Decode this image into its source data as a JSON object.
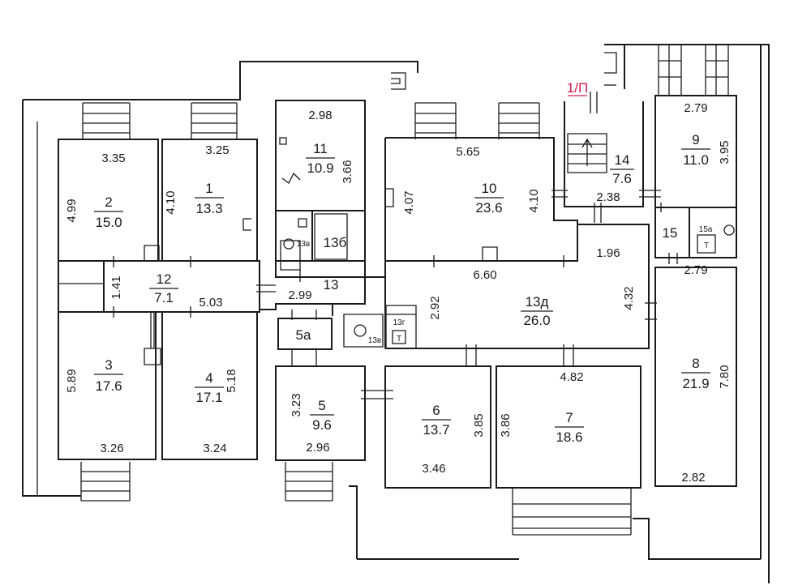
{
  "plan_label": "1/П",
  "rooms": [
    {
      "id": "1",
      "number": "1",
      "area": "13.3",
      "dims": [
        "3.25",
        "4.10"
      ]
    },
    {
      "id": "2",
      "number": "2",
      "area": "15.0",
      "dims": [
        "3.35",
        "4.99"
      ]
    },
    {
      "id": "3",
      "number": "3",
      "area": "17.6",
      "dims": [
        "5.89",
        "3.26"
      ]
    },
    {
      "id": "4",
      "number": "4",
      "area": "17.1",
      "dims": [
        "5.18",
        "3.24"
      ]
    },
    {
      "id": "5",
      "number": "5",
      "area": "9.6",
      "dims": [
        "3.23",
        "2.96"
      ]
    },
    {
      "id": "5a",
      "number": "5а",
      "area": "",
      "dims": []
    },
    {
      "id": "6",
      "number": "6",
      "area": "13.7",
      "dims": [
        "3.85",
        "3.46"
      ]
    },
    {
      "id": "7",
      "number": "7",
      "area": "18.6",
      "dims": [
        "3.86",
        "4.82"
      ]
    },
    {
      "id": "8",
      "number": "8",
      "area": "21.9",
      "dims": [
        "7.80",
        "2.82"
      ]
    },
    {
      "id": "9",
      "number": "9",
      "area": "11.0",
      "dims": [
        "2.79",
        "3.95"
      ]
    },
    {
      "id": "10",
      "number": "10",
      "area": "23.6",
      "dims": [
        "5.65",
        "4.07",
        "4.10",
        "6.60"
      ]
    },
    {
      "id": "11",
      "number": "11",
      "area": "10.9",
      "dims": [
        "2.98",
        "3.66"
      ]
    },
    {
      "id": "12",
      "number": "12",
      "area": "7.1",
      "dims": [
        "1.41",
        "5.03"
      ]
    },
    {
      "id": "13",
      "number": "13",
      "area": "",
      "dims": [
        "2.99"
      ]
    },
    {
      "id": "13b",
      "number": "13б",
      "area": "",
      "dims": []
    },
    {
      "id": "13v",
      "number": "13в",
      "area": "",
      "dims": []
    },
    {
      "id": "13v2",
      "number": "13в",
      "area": "",
      "dims": []
    },
    {
      "id": "13g",
      "number": "13г",
      "area": "",
      "dims": []
    },
    {
      "id": "13d",
      "number": "13д",
      "area": "26.0",
      "dims": [
        "2.92",
        "4.32",
        "1.96"
      ]
    },
    {
      "id": "14",
      "number": "14",
      "area": "7.6",
      "dims": [
        "2.38"
      ]
    },
    {
      "id": "15",
      "number": "15",
      "area": "",
      "dims": [
        "2.79"
      ]
    },
    {
      "id": "15a",
      "number": "15а",
      "area": "",
      "dims": []
    }
  ],
  "fixtures": {
    "toilet_mark": "Т"
  }
}
